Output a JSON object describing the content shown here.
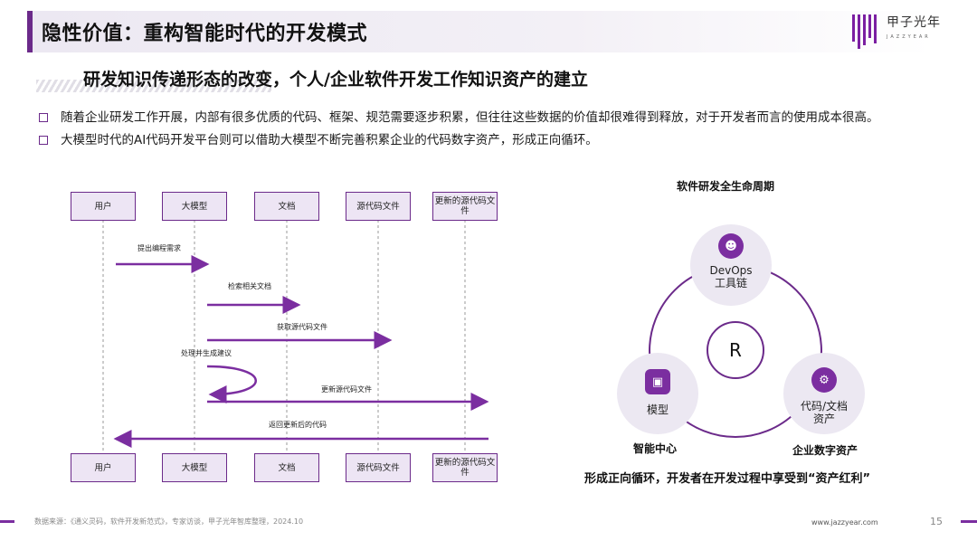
{
  "header": {
    "title": "隐性价值：重构智能时代的开发模式",
    "logo_cn": "甲子光年",
    "logo_en": "JAZZYEAR"
  },
  "subtitle": "研发知识传递形态的改变，个人/企业软件开发工作知识资产的建立",
  "bullets": [
    "随着企业研发工作开展，内部有很多优质的代码、框架、规范需要逐步积累，但往往这些数据的价值却很难得到释放，对于开发者而言的使用成本很高。",
    "大模型时代的AI代码开发平台则可以借助大模型不断完善积累企业的代码数字资产，形成正向循环。"
  ],
  "sequence": {
    "actors": [
      "用户",
      "大模型",
      "文档",
      "源代码文件",
      "更新的源代码文件"
    ],
    "messages": [
      {
        "label": "提出编程需求",
        "from": 0,
        "to": 1
      },
      {
        "label": "检索相关文档",
        "from": 1,
        "to": 2
      },
      {
        "label": "获取源代码文件",
        "from": 1,
        "to": 3
      },
      {
        "label": "处理并生成建议",
        "from": 1,
        "to": 1
      },
      {
        "label": "更新源代码文件",
        "from": 1,
        "to": 4
      },
      {
        "label": "返回更新后的代码",
        "from": 4,
        "to": 0
      }
    ]
  },
  "cycle": {
    "title": "软件研发全生命周期",
    "top_node": "DevOps\n工具链",
    "left_node": "模型",
    "right_node": "代码/文档\n资产",
    "center": "R",
    "left_caption": "智能中心",
    "right_caption": "企业数字资产",
    "caption": "形成正向循环，开发者在开发过程中享受到“资产红利”",
    "icons": {
      "top": "users-icon",
      "left": "model-icon",
      "right": "gear-doc-icon"
    }
  },
  "footer": {
    "source": "数据来源：《通义灵码，软件开发新范式》，专家访谈，甲子光年智库整理，2024.10",
    "website": "www.jazzyear.com",
    "page": "15"
  },
  "colors": {
    "accent": "#6b2a8a",
    "node_bg": "#ece8f2",
    "actor_bg": "#ede5f4"
  }
}
